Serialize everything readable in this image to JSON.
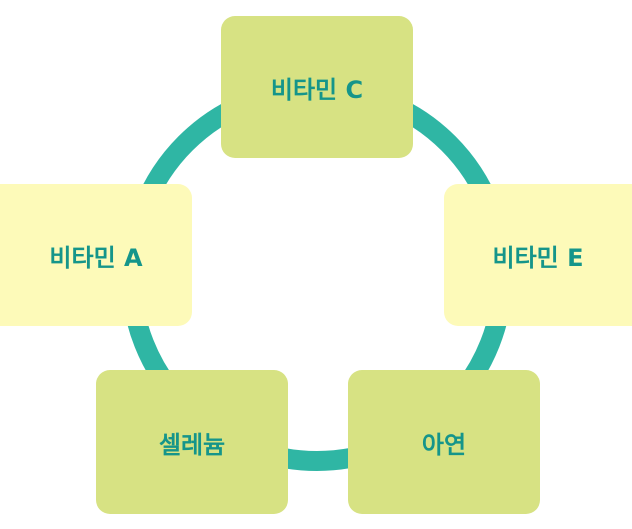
{
  "colors": {
    "ring": "#2fb6a4",
    "green_box": "#d7e283",
    "yellow_box": "#fdfab9",
    "text": "#15958a",
    "background": "#ffffff"
  },
  "diagram": {
    "nodes": [
      {
        "id": "vitamin-c",
        "label": "비타민 C",
        "style": "green"
      },
      {
        "id": "vitamin-a",
        "label": "비타민 A",
        "style": "yellow"
      },
      {
        "id": "vitamin-e",
        "label": "비타민 E",
        "style": "yellow"
      },
      {
        "id": "selenium",
        "label": "셀레늄",
        "style": "green"
      },
      {
        "id": "zinc",
        "label": "아연",
        "style": "green"
      }
    ]
  }
}
